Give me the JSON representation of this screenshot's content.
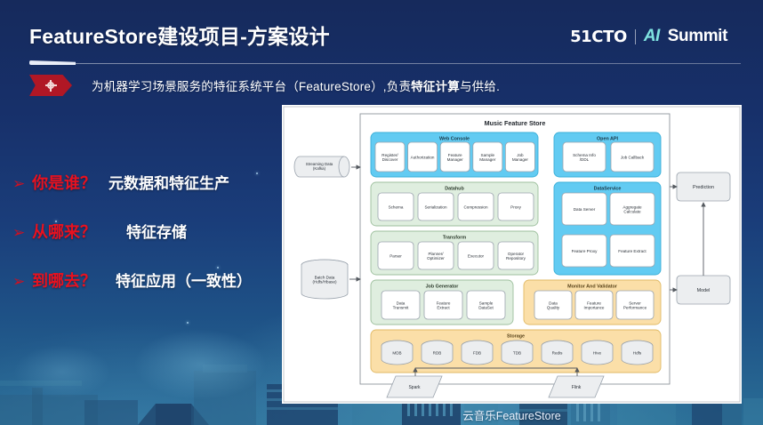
{
  "header": {
    "title": "FeatureStore建设项目-方案设计",
    "logo_left": "51CTO",
    "logo_ai": "AI",
    "logo_summit": "Summit"
  },
  "subtitle": {
    "icon": "chevron-target-icon",
    "text_before": "为机器学习场景服务的特征系统平台（FeatureStore）,负责",
    "text_bold": "特征计算",
    "text_after": "与供给."
  },
  "bullets": [
    {
      "marker": "➢",
      "question": "你是谁？",
      "answer": "元数据和特征生产"
    },
    {
      "marker": "➢",
      "question": "从哪来？",
      "answer": "特征存储"
    },
    {
      "marker": "➢",
      "question": "到哪去？",
      "answer": "特征应用（一致性）"
    }
  ],
  "caption": "云音乐FeatureStore",
  "colors": {
    "blue_fill": "#62cbf2",
    "blue_stroke": "#3aafd8",
    "green_fill": "#dfeedf",
    "green_stroke": "#9dbf9d",
    "orange_fill": "#fbdfa8",
    "orange_stroke": "#e0b964",
    "box_fill": "#ffffff",
    "box_stroke": "#9aa3ad",
    "grey_fill": "#eceef0",
    "red_accent": "#b01725",
    "question_red": "#e8111f",
    "logo_cyan": "#7fe3e0"
  },
  "diagram": {
    "title": "Music Feature Store",
    "inputs": [
      {
        "name": "streaming-data-node",
        "label": "Streaming Data\n(Kafka)",
        "shape": "cylinder-horizontal"
      },
      {
        "name": "batch-data-node",
        "label": "Batch Data\n(Hdfs/Hbase)",
        "shape": "cylinder-vertical"
      }
    ],
    "outputs": [
      {
        "name": "prediction-node",
        "label": "Prediction",
        "shape": "rounded-rect"
      },
      {
        "name": "model-node",
        "label": "Model",
        "shape": "rounded-rect"
      }
    ],
    "engines": [
      {
        "name": "spark-node",
        "label": "Spark",
        "shape": "parallelogram"
      },
      {
        "name": "flink-node",
        "label": "Flink",
        "shape": "parallelogram"
      }
    ],
    "groups": [
      {
        "name": "web-console-group",
        "label": "Web Console",
        "color": "blue",
        "items": [
          "Register/\nDiscover",
          "Authorization",
          "Feature\nManager",
          "Sample\nManager",
          "Job\nManager"
        ]
      },
      {
        "name": "open-api-group",
        "label": "Open API",
        "color": "blue",
        "items": [
          "Schema Info\n/DDL",
          "Job Callback"
        ]
      },
      {
        "name": "datahub-group",
        "label": "Datahub",
        "color": "green",
        "items": [
          "Schema",
          "Serialization",
          "Compression",
          "Proxy"
        ]
      },
      {
        "name": "dataservice-group",
        "label": "DataService",
        "color": "blue",
        "items": [
          "Data Server",
          "Aggregate\nCalculate",
          "Feature Proxy",
          "Feature Extract"
        ]
      },
      {
        "name": "transform-group",
        "label": "Transform",
        "color": "green",
        "items": [
          "Parser",
          "Planner/\nOptimizer",
          "Executor",
          "Operator\nRepository"
        ]
      },
      {
        "name": "job-generator-group",
        "label": "Job Generator",
        "color": "green",
        "items": [
          "Data\nTransmit",
          "Feature\nExtract",
          "Sample\nDataSet"
        ]
      },
      {
        "name": "monitor-validator-group",
        "label": "Monitor And Validator",
        "color": "orange",
        "items": [
          "Data\nQuality",
          "Feature\nImportance",
          "Server\nPerformance"
        ]
      },
      {
        "name": "storage-group",
        "label": "Storage",
        "color": "orange",
        "items": [
          "MDB",
          "RDB",
          "FDB",
          "TDB",
          "Redis",
          "Hive",
          "Hdfs"
        ]
      }
    ]
  }
}
